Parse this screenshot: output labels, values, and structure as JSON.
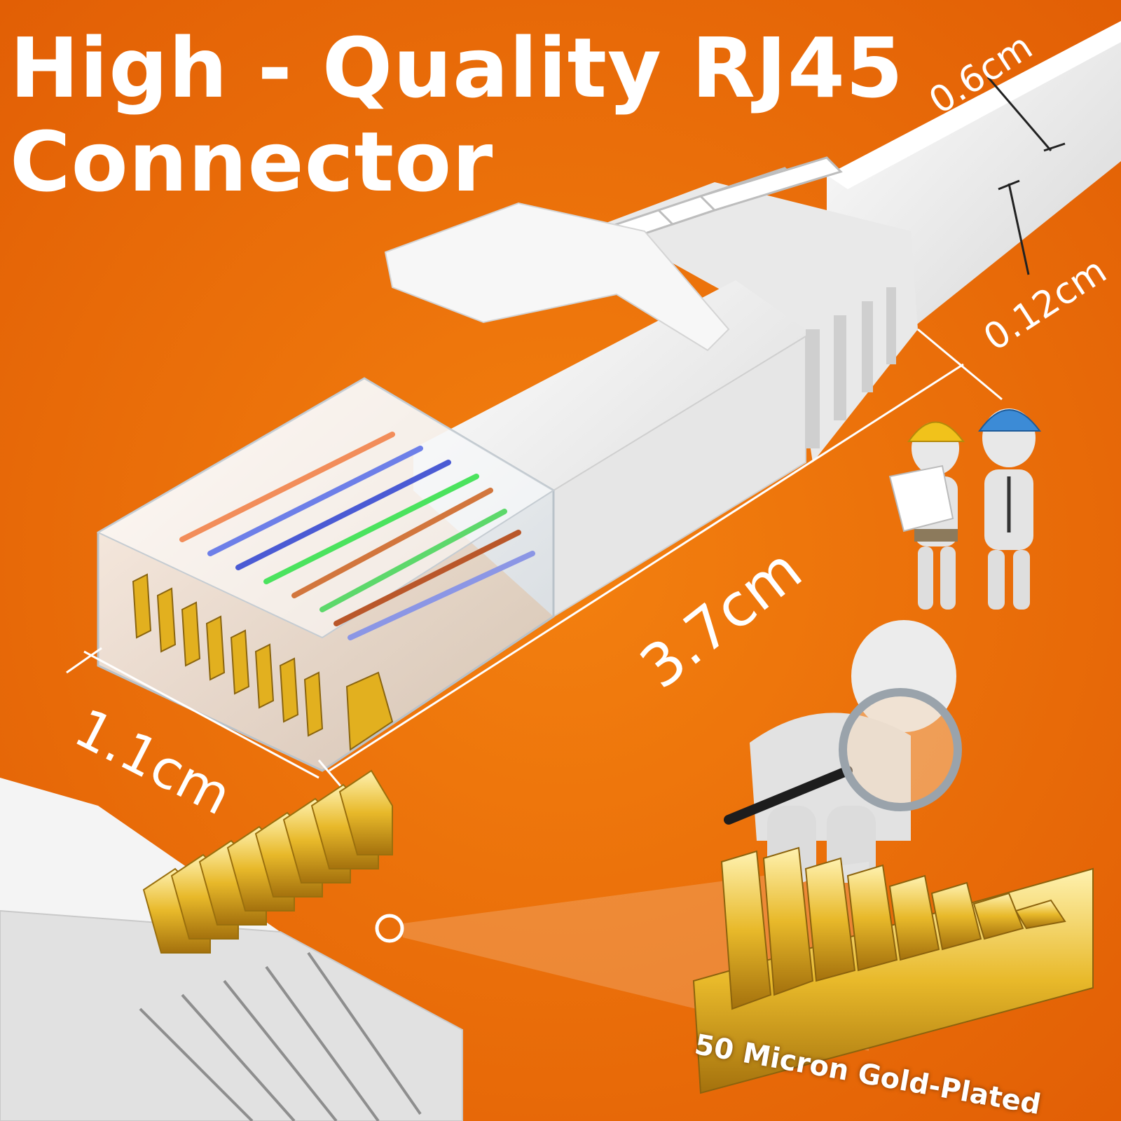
{
  "title": {
    "line1": "High - Quality RJ45",
    "line2": "Connector"
  },
  "dimensions": {
    "cable_width": "0.6cm",
    "cable_thickness": "0.12cm",
    "connector_length": "3.7cm",
    "connector_width": "1.1cm"
  },
  "caption": "50 Micron Gold-Plated",
  "colors": {
    "background": "#e9690a",
    "text": "#ffffff",
    "plastic": "#f2f2f2",
    "gold": "#e8b92a"
  }
}
